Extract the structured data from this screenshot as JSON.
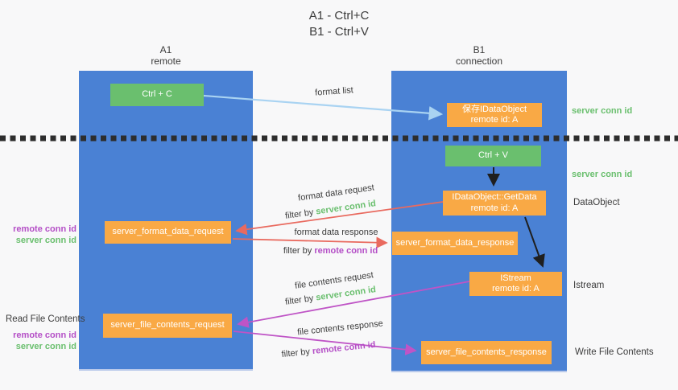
{
  "title": {
    "line1": "A1 - Ctrl+C",
    "line2": "B1 - Ctrl+V"
  },
  "columns": {
    "left": {
      "name": "A1",
      "role": "remote"
    },
    "right": {
      "name": "B1",
      "role": "connection"
    }
  },
  "boxes": {
    "ctrl_c": {
      "label": "Ctrl + C"
    },
    "save_dataobject": {
      "line1": "保存IDataObject",
      "line2": "remote id: A"
    },
    "ctrl_v": {
      "label": "Ctrl + V"
    },
    "getdata": {
      "line1": "IDataObject::GetData",
      "line2": "remote id: A"
    },
    "format_request": {
      "label": "server_format_data_request"
    },
    "format_response": {
      "label": "server_format_data_response"
    },
    "istream": {
      "line1": "IStream",
      "line2": "remote id: A"
    },
    "file_request": {
      "label": "server_file_contents_request"
    },
    "file_response": {
      "label": "server_file_contents_response"
    }
  },
  "arrow_labels": {
    "format_list": "format list",
    "format_data_request": "format data request",
    "format_data_request_filter_prefix": "filter by",
    "format_data_request_filter_key": "server conn id",
    "format_data_response": "format data response",
    "format_data_response_filter_prefix": "filter by",
    "format_data_response_filter_key": "remote conn id",
    "file_contents_request": "file contents request",
    "file_contents_request_filter_prefix": "filter by",
    "file_contents_request_filter_key": "server conn id",
    "file_contents_response": "file contents response",
    "file_contents_response_filter_prefix": "filter by",
    "file_contents_response_filter_key": "remote conn id"
  },
  "side_labels": {
    "left": [
      {
        "text": "remote conn id"
      },
      {
        "text": "server conn id"
      },
      {
        "text": "Read File Contents"
      },
      {
        "text": "remote conn id"
      },
      {
        "text": "server conn id"
      }
    ],
    "right": [
      {
        "text": "server conn id"
      },
      {
        "text": "server conn id"
      },
      {
        "text": "DataObject"
      },
      {
        "text": "Istream"
      },
      {
        "text": "Write File Contents"
      }
    ]
  },
  "colors": {
    "column_blue": "#4a81d4",
    "box_green": "#6abf6e",
    "box_orange": "#f9a945",
    "arrow_blue": "#a9d3f2",
    "arrow_red": "#e96a5f",
    "arrow_purple": "#bf54c6",
    "arrow_black": "#1f1f1f",
    "divider_dark": "#2d2d2d",
    "text_green": "#6abf6e",
    "text_purple": "#b44ec6",
    "text_dark": "#3c3c3c",
    "background": "#f8f8f9"
  }
}
